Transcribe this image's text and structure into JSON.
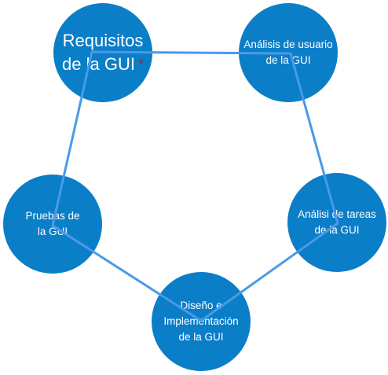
{
  "diagram": {
    "colors": {
      "node_fill": "#0b7ec8",
      "connector": "#4a9ae6",
      "text": "#ffffff",
      "asterisk": "#a3262a"
    },
    "nodes": [
      {
        "id": "requisitos",
        "lines": [
          "Requisitos",
          "de la GUI"
        ],
        "marker": "*"
      },
      {
        "id": "analisis-usuario",
        "lines": [
          "Análisis de usuario",
          "de la GUI"
        ]
      },
      {
        "id": "analisis-tareas",
        "lines": [
          "Análisi de tareas",
          "de la GUI"
        ]
      },
      {
        "id": "diseno",
        "lines": [
          "Diseño e",
          "Implementación",
          "de la GUI"
        ]
      },
      {
        "id": "pruebas",
        "lines": [
          "Pruebas de",
          "la GUI"
        ]
      }
    ]
  }
}
